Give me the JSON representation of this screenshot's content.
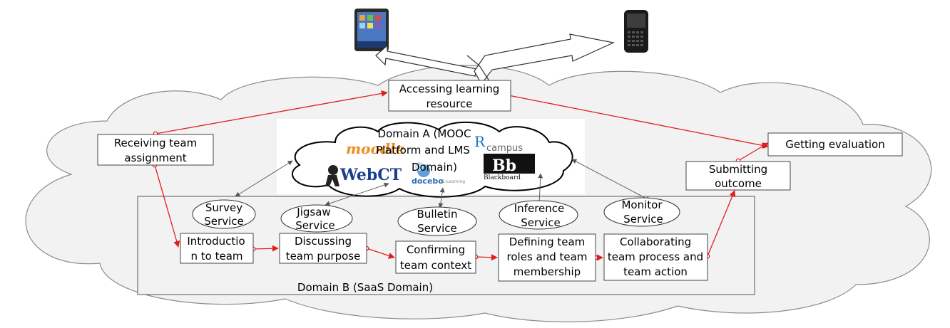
{
  "outer_cloud": {
    "fill": "#f2f2f2",
    "stroke": "#8c8c8c"
  },
  "domain_a": {
    "lines": [
      "Domain A (MOOC",
      "Platform and LMS",
      "Domain)"
    ],
    "logos": {
      "moodle": "moodle",
      "rcampus_r": "R",
      "rcampus_rest": "campus",
      "webct": "WebCT",
      "docebo": "docebo",
      "docebo_sub": "E-Learning",
      "blackboard_mark": "Bb",
      "blackboard": "Blackboard"
    }
  },
  "domain_b": {
    "label": "Domain B  (SaaS Domain)"
  },
  "services": {
    "survey": [
      "Survey",
      "Service"
    ],
    "jigsaw": [
      "Jigsaw",
      "Service"
    ],
    "bulletin": [
      "Bulletin",
      "Service"
    ],
    "inference": [
      "Inference",
      "Service"
    ],
    "monitor": [
      "Monitor",
      "Service"
    ]
  },
  "steps": {
    "receiving": [
      "Receiving team",
      "assignment"
    ],
    "accessing": [
      "Accessing learning",
      "resource"
    ],
    "getting": [
      "Getting evaluation"
    ],
    "submitting": [
      "Submitting",
      "outcome"
    ],
    "introduction": [
      "Introductio",
      "n to team"
    ],
    "discussing": [
      "Discussing",
      "team purpose"
    ],
    "confirming": [
      "Confirming",
      "team context"
    ],
    "defining": [
      "Defining team",
      "roles and team",
      "membership"
    ],
    "collaborating": [
      "Collaborating",
      "team process and",
      "team action"
    ]
  },
  "colors": {
    "flow": "#e01e1e",
    "connector": "#666666",
    "box_stroke": "#444444"
  },
  "icons": [
    "tablet-icon",
    "phone-icon"
  ]
}
